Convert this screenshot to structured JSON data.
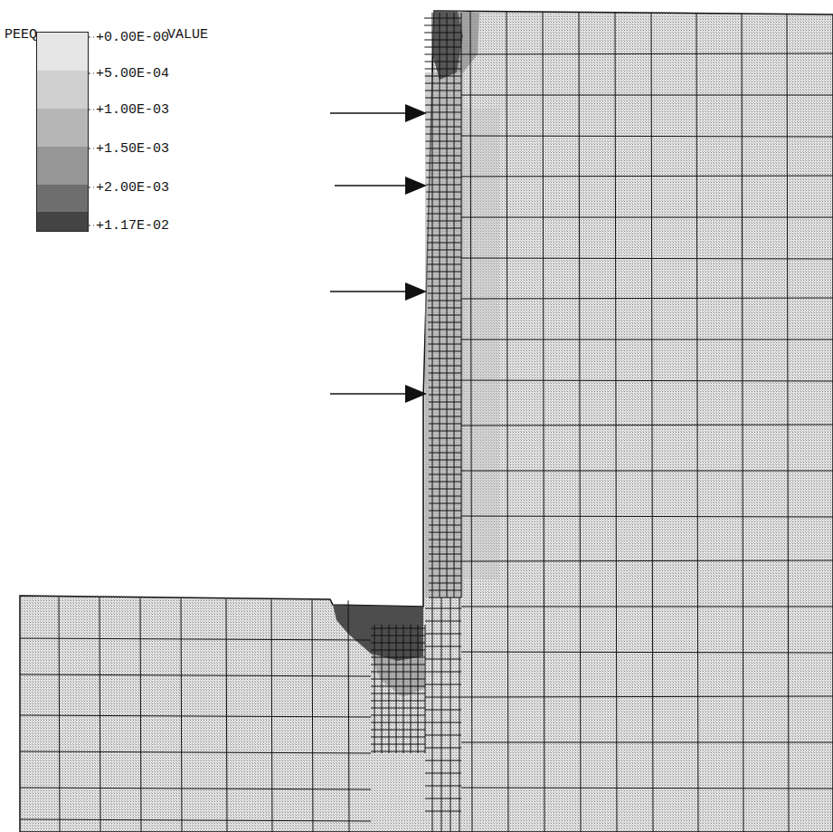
{
  "diagram": {
    "labels": [
      "PEEQ",
      "VALUE"
    ],
    "legend": [
      {
        "text": "+0.00E-00",
        "color": "#e6e6e6"
      },
      {
        "text": "+5.00E-04",
        "color": "#d0d0d0"
      },
      {
        "text": "+1.00E-03",
        "color": "#b6b6b6"
      },
      {
        "text": "+1.50E-03",
        "color": "#969696"
      },
      {
        "text": "+2.00E-03",
        "color": "#6e6e6e"
      },
      {
        "text": "+1.17E-02",
        "color": "#444444"
      }
    ]
  }
}
